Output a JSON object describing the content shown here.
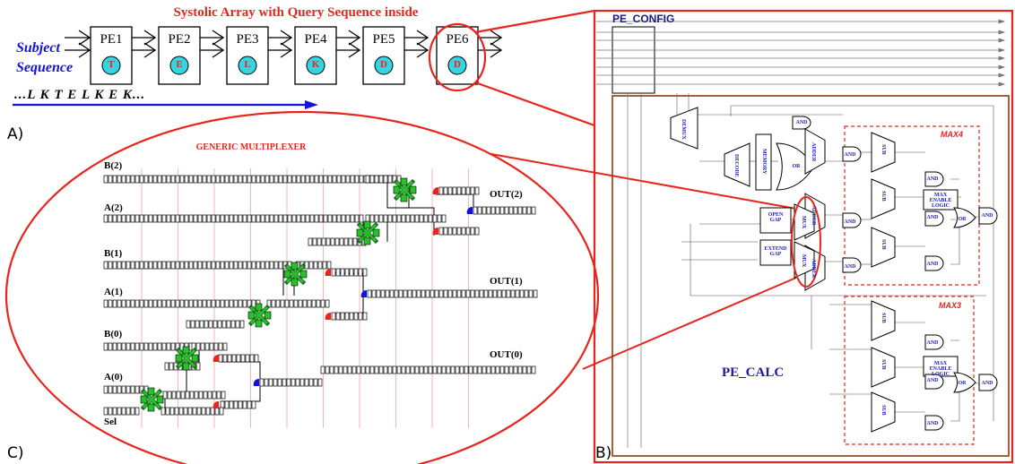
{
  "panel_a": {
    "title": "Systolic Array with Query Sequence inside",
    "subject_line1": "Subject",
    "subject_line2": "Sequence",
    "sequence": "...L K T E L K E K...",
    "label": "A)",
    "elements": [
      {
        "name": "PE1",
        "char": "T"
      },
      {
        "name": "PE2",
        "char": "E"
      },
      {
        "name": "PE3",
        "char": "L"
      },
      {
        "name": "PE4",
        "char": "K"
      },
      {
        "name": "PE5",
        "char": "D"
      },
      {
        "name": "PE6",
        "char": "D"
      }
    ]
  },
  "panel_c": {
    "title": "GENERIC MULTIPLEXER",
    "label": "C)",
    "inputs": {
      "b2": "B(2)",
      "a2": "A(2)",
      "b1": "B(1)",
      "a1": "A(1)",
      "b0": "B(0)",
      "a0": "A(0)",
      "sel": "Sel"
    },
    "outputs": {
      "out2": "OUT(2)",
      "out1": "OUT(1)",
      "out0": "OUT(0)"
    }
  },
  "panel_b": {
    "label": "B)",
    "config_title": "PE_CONFIG",
    "calc_title": "PE_CALC",
    "max4": "MAX4",
    "max3": "MAX3",
    "blocks": {
      "demux": "DEMUX",
      "decode": "DECODE",
      "memory": "MEMORY",
      "or": "OR",
      "and": "AND",
      "adder": "ADDER",
      "sub": "SUB",
      "mux": "MUX",
      "open_gap": "OPEN GAP",
      "extend_gap": "EXTEND GAP",
      "max_enable": "MAX ENABLE LOGIC"
    }
  },
  "colors": {
    "red": "#e8241c",
    "blue": "#1212e0",
    "cyan": "#33d6e0",
    "green": "#27c22b",
    "brown": "#8a3b12",
    "navy": "#1a1a7e"
  }
}
